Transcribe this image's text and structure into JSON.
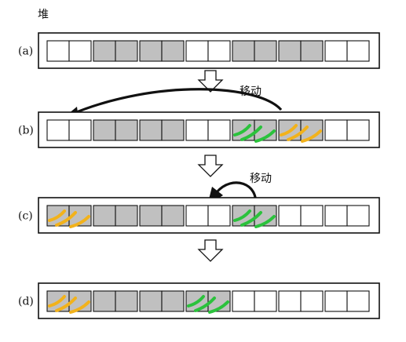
{
  "heap_title": "堆",
  "move_label": "移动",
  "rows": [
    {
      "label": "(a)",
      "cells": [
        {
          "fill": "white"
        },
        {
          "fill": "white"
        },
        {
          "fill": "gray"
        },
        {
          "fill": "gray"
        },
        {
          "fill": "gray"
        },
        {
          "fill": "gray"
        },
        {
          "fill": "white"
        },
        {
          "fill": "white"
        },
        {
          "fill": "gray"
        },
        {
          "fill": "gray"
        },
        {
          "fill": "gray"
        },
        {
          "fill": "gray"
        },
        {
          "fill": "white"
        },
        {
          "fill": "white"
        }
      ]
    },
    {
      "label": "(b)",
      "cells": [
        {
          "fill": "white"
        },
        {
          "fill": "white"
        },
        {
          "fill": "gray"
        },
        {
          "fill": "gray"
        },
        {
          "fill": "gray"
        },
        {
          "fill": "gray"
        },
        {
          "fill": "white"
        },
        {
          "fill": "white"
        },
        {
          "fill": "gray",
          "mark": "green"
        },
        {
          "fill": "gray",
          "mark": "green"
        },
        {
          "fill": "gray",
          "mark": "yellow"
        },
        {
          "fill": "gray",
          "mark": "yellow"
        },
        {
          "fill": "white"
        },
        {
          "fill": "white"
        }
      ]
    },
    {
      "label": "(c)",
      "cells": [
        {
          "fill": "gray",
          "mark": "yellow"
        },
        {
          "fill": "gray",
          "mark": "yellow"
        },
        {
          "fill": "gray"
        },
        {
          "fill": "gray"
        },
        {
          "fill": "gray"
        },
        {
          "fill": "gray"
        },
        {
          "fill": "white"
        },
        {
          "fill": "white"
        },
        {
          "fill": "gray",
          "mark": "green"
        },
        {
          "fill": "gray",
          "mark": "green"
        },
        {
          "fill": "white"
        },
        {
          "fill": "white"
        },
        {
          "fill": "white"
        },
        {
          "fill": "white"
        }
      ]
    },
    {
      "label": "(d)",
      "cells": [
        {
          "fill": "gray",
          "mark": "yellow"
        },
        {
          "fill": "gray",
          "mark": "yellow"
        },
        {
          "fill": "gray"
        },
        {
          "fill": "gray"
        },
        {
          "fill": "gray"
        },
        {
          "fill": "gray"
        },
        {
          "fill": "gray",
          "mark": "green"
        },
        {
          "fill": "gray",
          "mark": "green"
        },
        {
          "fill": "white"
        },
        {
          "fill": "white"
        },
        {
          "fill": "white"
        },
        {
          "fill": "white"
        },
        {
          "fill": "white"
        },
        {
          "fill": "white"
        }
      ]
    }
  ],
  "colors": {
    "cell_gray": "#c0c0c0",
    "cell_white": "#ffffff",
    "border": "#111111",
    "mark_green": "#2bc23c",
    "mark_yellow": "#f2b21b"
  }
}
